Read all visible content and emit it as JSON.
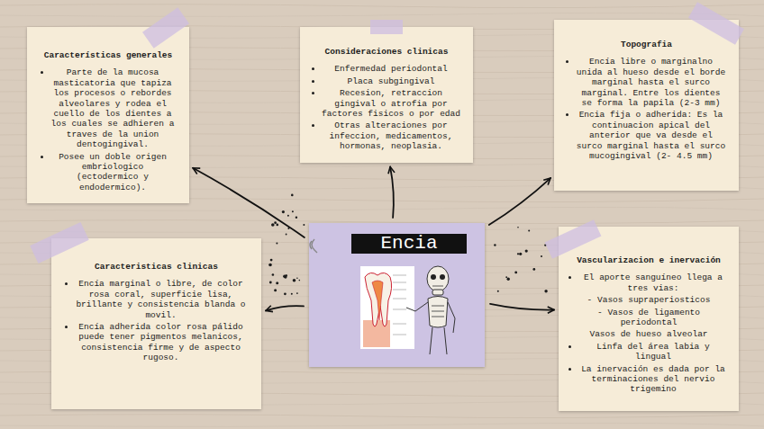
{
  "diagram": {
    "nodes": [
      {
        "text": [
          "Características generales",
          "Parte de la mucosa masticatoria que tapiza los procesos o rebordes alveolares y rodea el cuello de los dientes a los cuales se adhieren a traves de la union dentogingival.",
          "Posee un doble origen embriologico (ectodermico y endodermico)."
        ]
      },
      {
        "text": [
          "Consideraciones clinicas",
          "Enfermedad periodontal",
          "Placa subgingival",
          "Recesion, retraccion gingival o atrofia por factores fisicos o por edad",
          "Otras alteraciones por infeccion, medicamentos, hormonas, neoplasia."
        ]
      },
      {
        "text": [
          "Topografia",
          "Encía libre o marginalno unida al hueso desde el borde marginal hasta el surco marginal. Entre los dientes se forma la papila (2-3 mm)",
          "Encia fija o adherida: Es la continuacion apical del anterior que va desde el surco marginal hasta el surco mucogingival (2- 4.5 mm)"
        ]
      },
      {
        "text": [
          "Encia"
        ]
      },
      {
        "text": [
          "Caracteristicas clinicas",
          "Encía marginal o libre, de color rosa coral, superficie lisa, brillante y consistencia blanda o movil.",
          "Encía adherida color rosa pálido puede tener pigmentos melanicos, consistencia firme y de aspecto rugoso."
        ]
      },
      {
        "text": [
          "Vascularizacion e inervación",
          "El aporte sanguíneo llega a tres vias:",
          "- Vasos supraperiosticos",
          "- Vasos de ligamento periodontal",
          "Vasos de hueso alveolar",
          "Linfa del área labia y lingual",
          "La inervación es dada por la terminaciones del nervio trigemino"
        ]
      }
    ],
    "edges": [
      {
        "from": 3,
        "to": 0,
        "arrow": "to"
      },
      {
        "from": 3,
        "to": 1,
        "arrow": "to"
      },
      {
        "from": 3,
        "to": 2,
        "arrow": "to"
      },
      {
        "from": 3,
        "to": 4,
        "arrow": "to"
      },
      {
        "from": 3,
        "to": 5,
        "arrow": "to"
      }
    ]
  }
}
